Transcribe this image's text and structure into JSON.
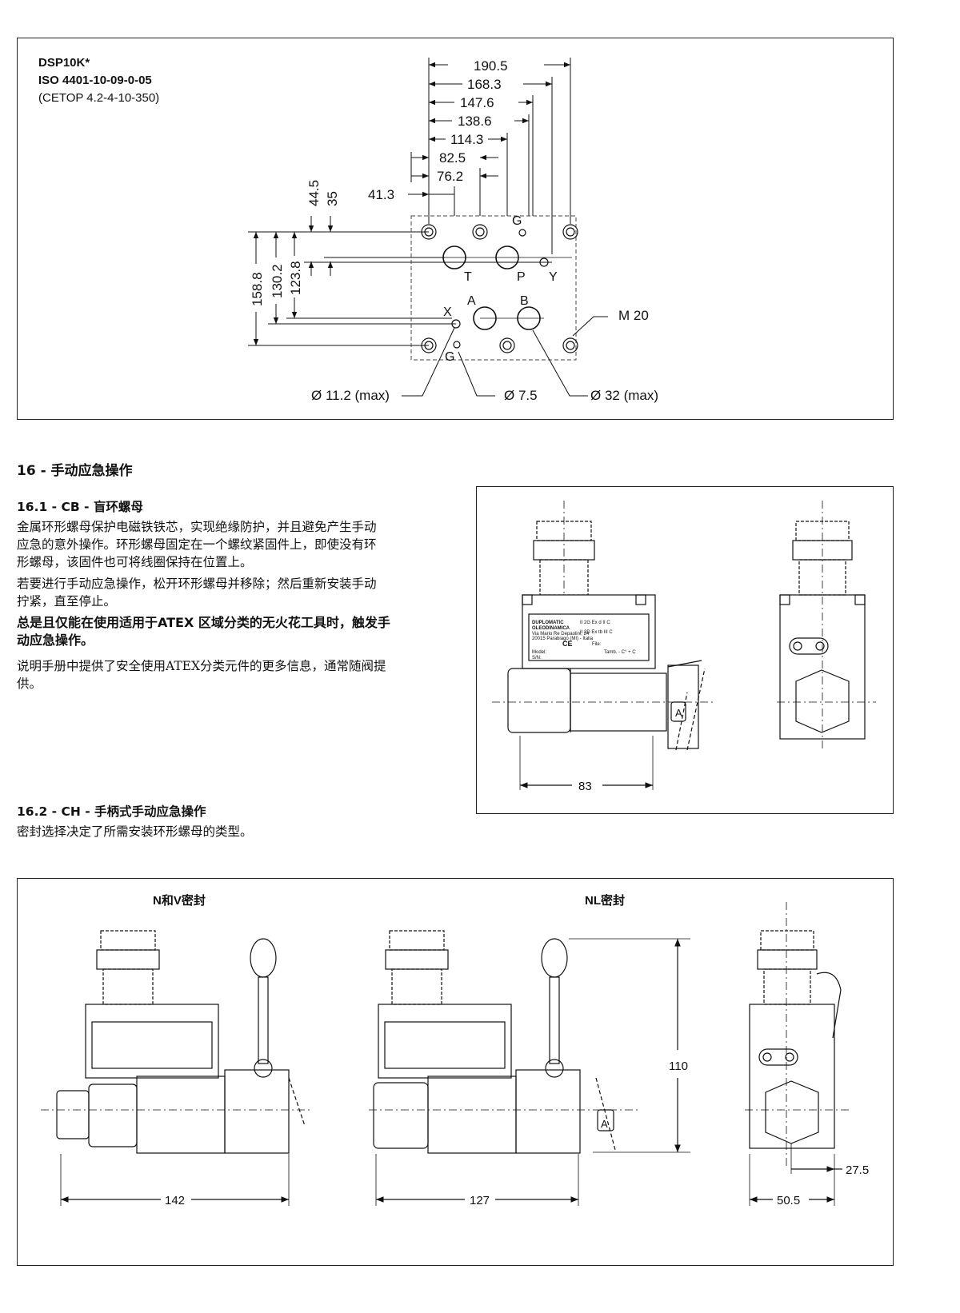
{
  "mounting": {
    "model": "DSP10K*",
    "standard": "ISO 4401-10-09-0-05",
    "cetop": "(CETOP 4.2-4-10-350)",
    "horizontal_dims": [
      "190.5",
      "168.3",
      "147.6",
      "138.6",
      "114.3",
      "82.5",
      "76.2",
      "41.3"
    ],
    "vertical_dims": [
      "44.5",
      "35",
      "158.8",
      "130.2",
      "123.8"
    ],
    "port_labels": {
      "T": "T",
      "P": "P",
      "Y": "Y",
      "A": "A",
      "B": "B",
      "X": "X",
      "G_top": "G",
      "G_bottom": "G"
    },
    "callouts": {
      "thread": "M 20",
      "dia_small": "Ø  11.2 (max)",
      "dia_pin": "Ø 7.5",
      "dia_main": "Ø 32 (max)"
    }
  },
  "section16": {
    "title": "16 - 手动应急操作",
    "s1_title": "16.1 - CB - 盲环螺母",
    "s1_p1": [
      "金属环形螺母保护电磁铁铁芯，实现绝缘防护，并且避免产生手动",
      "应急的意外操作。环形螺母固定在一个螺纹紧固件上，即使没有环",
      "形螺母，该固件也可将线圈保持在位置上。"
    ],
    "s1_p2": [
      "若要进行手动应急操作，松开环形螺母并移除；然后重新安装手动",
      "拧紧，直至停止。"
    ],
    "s1_p3": [
      "总是且仅能在使用适用于ATEX 区域分类的无火花工具时，触发手",
      "动应急操作。"
    ],
    "s1_p4": [
      "说明手册中提供了安全使用ATEX分类元件的更多信息，通常随阀提",
      "供。"
    ],
    "s2_title": "16.2 - CH - 手柄式手动应急操作",
    "s2_p1": "密封选择决定了所需安装环形螺母的类型。"
  },
  "cb_figure": {
    "dim_width": "83",
    "label_a": "A",
    "plate": {
      "brand1": "DUPLOMATIC",
      "brand2": "OLEODINAMICA",
      "addr1": "Via Mario Re Depaolini, 24",
      "addr2": "20015 Parabiago (MI) - Italia",
      "mark1": "II 2G Ex d II C",
      "mark2": "II 2D Ex tb III C",
      "ce": "CE",
      "file": "File:",
      "model": "Model:",
      "tamb": "Tamb.   -  C° +  C",
      "sn": "S/N:"
    }
  },
  "ch_figure": {
    "title_nv": "N和V密封",
    "title_nl": "NL密封",
    "dim_nv": "142",
    "dim_nl": "127",
    "dim_height": "110",
    "dim_side_offset": "27.5",
    "dim_side_width": "50.5",
    "label_a": "A"
  }
}
